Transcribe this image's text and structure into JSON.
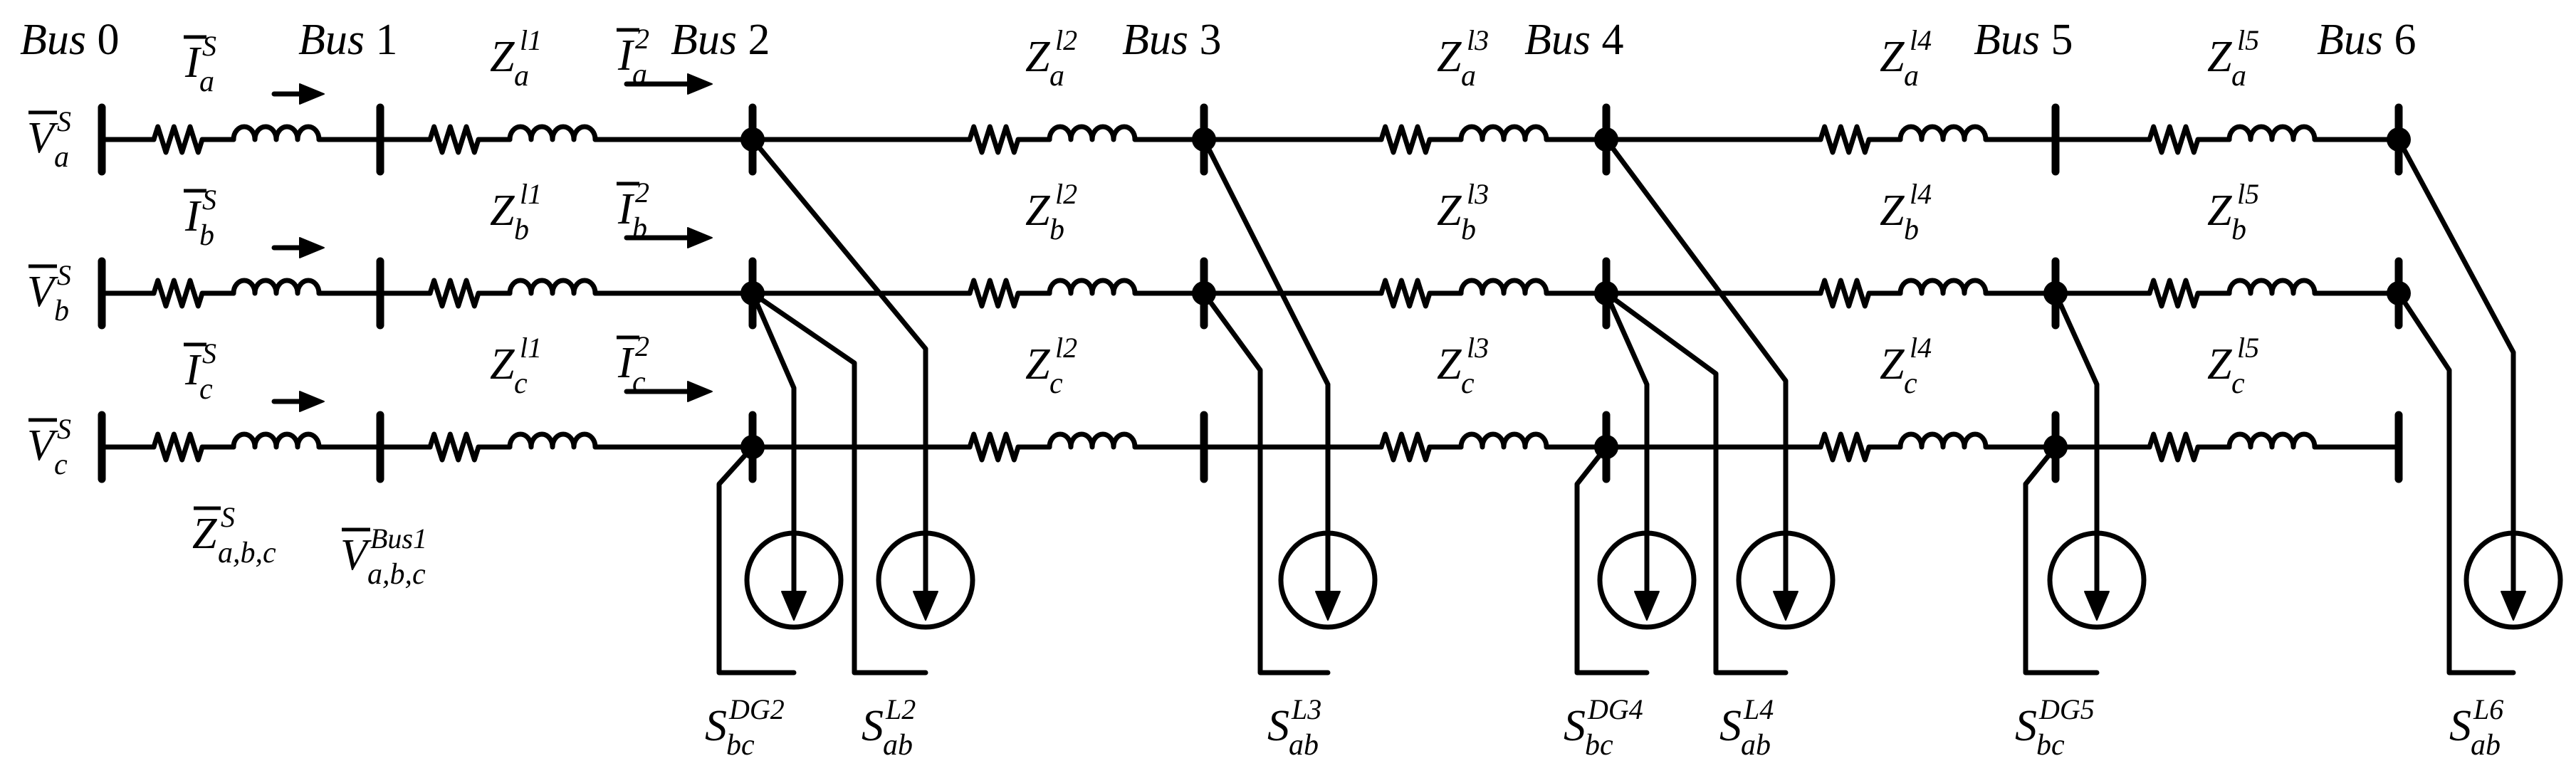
{
  "buses": [
    "Bus 0",
    "Bus 1",
    "Bus 2",
    "Bus 3",
    "Bus 4",
    "Bus 5",
    "Bus 6"
  ],
  "phases": [
    "a",
    "b",
    "c"
  ],
  "source": {
    "voltage_symbol": "V",
    "voltage_superscript": "S",
    "current_symbol": "I",
    "current_superscript": "S",
    "impedance_symbol": "Z",
    "impedance_superscript": "S",
    "impedance_subscript": "a,b,c"
  },
  "bus1_voltage": {
    "symbol": "V",
    "subscript": "a,b,c",
    "superscript": "Bus1"
  },
  "bus2_current": {
    "symbol": "I",
    "superscript": "2"
  },
  "line_impedance": {
    "symbol": "Z",
    "superscripts": [
      "l1",
      "l2",
      "l3",
      "l4",
      "l5"
    ]
  },
  "loads": [
    {
      "symbol": "S",
      "subscript": "bc",
      "superscript": "DG2"
    },
    {
      "symbol": "S",
      "subscript": "ab",
      "superscript": "L2"
    },
    {
      "symbol": "S",
      "subscript": "ab",
      "superscript": "L3"
    },
    {
      "symbol": "S",
      "subscript": "bc",
      "superscript": "DG4"
    },
    {
      "symbol": "S",
      "subscript": "ab",
      "superscript": "L4"
    },
    {
      "symbol": "S",
      "subscript": "bc",
      "superscript": "DG5"
    },
    {
      "symbol": "S",
      "subscript": "ab",
      "superscript": "L6"
    }
  ]
}
